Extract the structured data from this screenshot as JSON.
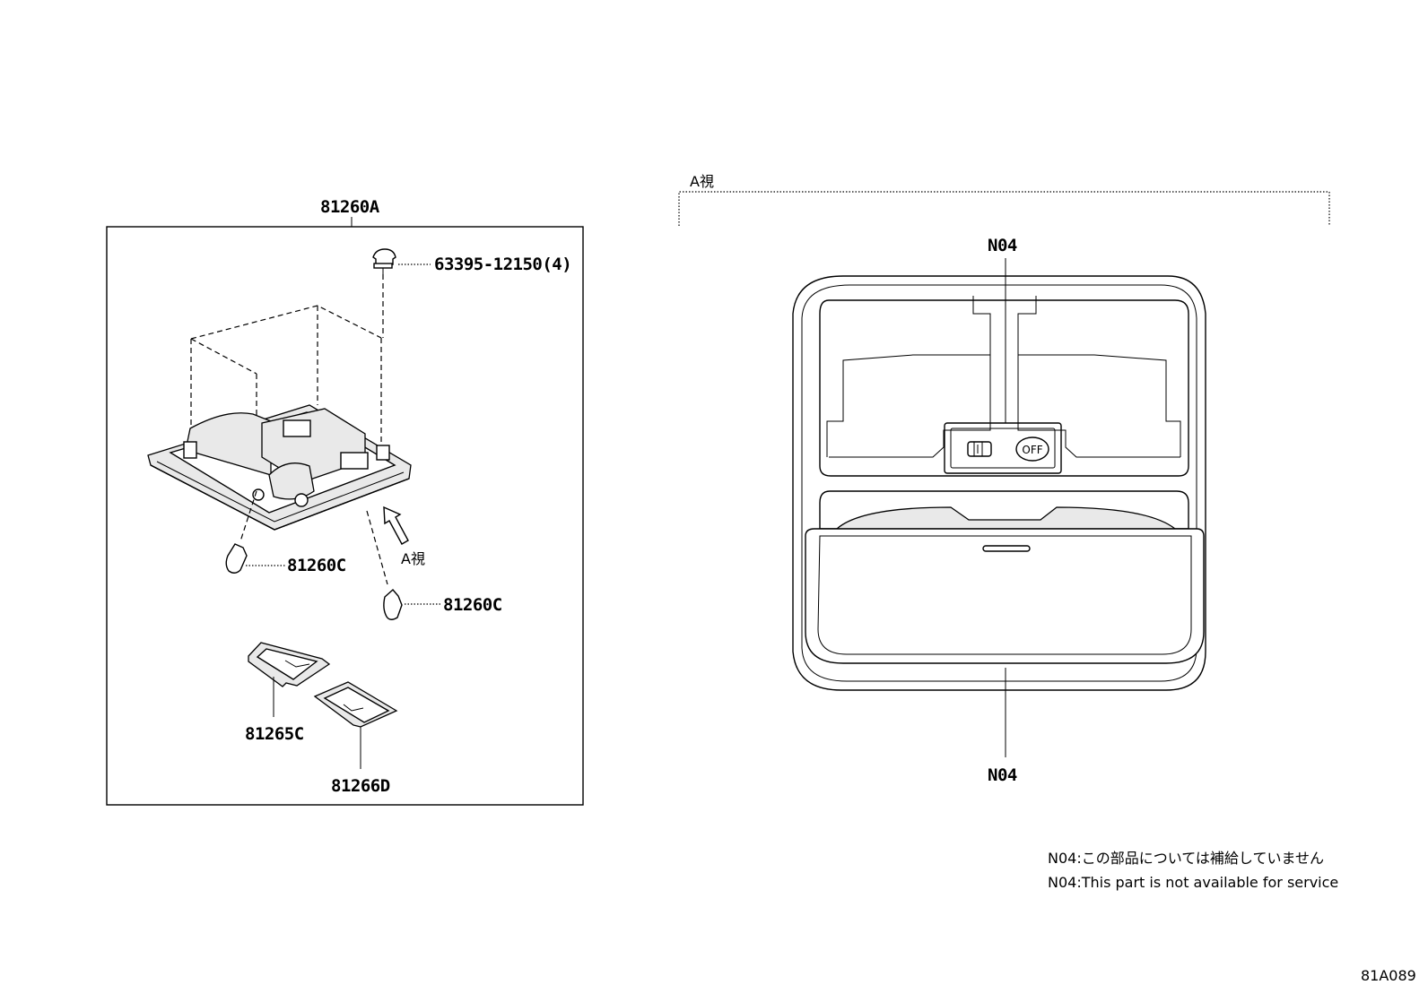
{
  "diagram": {
    "assembly_label": "81260A",
    "clip_label": "63395-12150(4)",
    "bulb_label_1": "81260C",
    "bulb_label_2": "81260C",
    "lens_label_1": "81265C",
    "lens_label_2": "81266D",
    "view_arrow_label": "A視",
    "view_title": "A視",
    "n04_top": "N04",
    "n04_bottom": "N04",
    "switch_off_label": "OFF",
    "note_jp": "N04:この部品については補給していません",
    "note_en": "N04:This part is not available for service",
    "figure_code": "81A089"
  }
}
